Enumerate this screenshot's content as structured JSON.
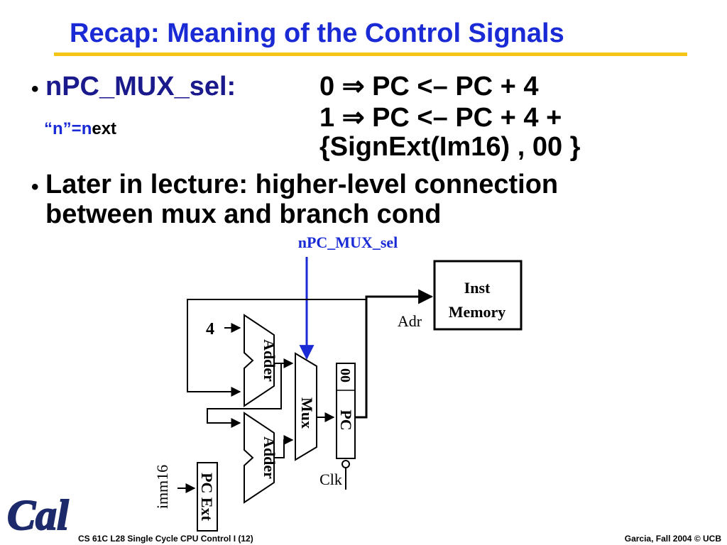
{
  "slide": {
    "title": "Recap: Meaning of the Control Signals",
    "bullets": [
      {
        "label": "nPC_MUX_sel:",
        "note_quote": "“n”=",
        "note_n": "n",
        "note_rest": "ext",
        "line0": "0 ⇒ PC <– PC + 4",
        "line1": "1 ⇒ PC <– PC + 4 +",
        "line2": "{SignExt(Im16) , 00 }"
      },
      {
        "line1": "Later in lecture: higher-level connection",
        "line2": "between mux and branch cond"
      }
    ]
  },
  "diagram": {
    "signal_label": "nPC_MUX_sel",
    "inst_memory_line1": "Inst",
    "inst_memory_line2": "Memory",
    "adr_label": "Adr",
    "four_label": "4",
    "adder_label": "Adder",
    "mux_label": "Mux",
    "zero_zero_label": "00",
    "pc_label": "PC",
    "clk_label": "Clk",
    "imm16_label": "imm16",
    "pc_ext_label": "PC Ext"
  },
  "footer": {
    "left": "CS 61C L28 Single Cycle CPU Control I (12)",
    "right": "Garcia, Fall 2004 © UCB",
    "logo_text": "Cal"
  },
  "colors": {
    "title": "#1a2bd6",
    "rule": "#f5c518",
    "signal": "#1a2bd6",
    "logo": "#1c2a6b"
  }
}
